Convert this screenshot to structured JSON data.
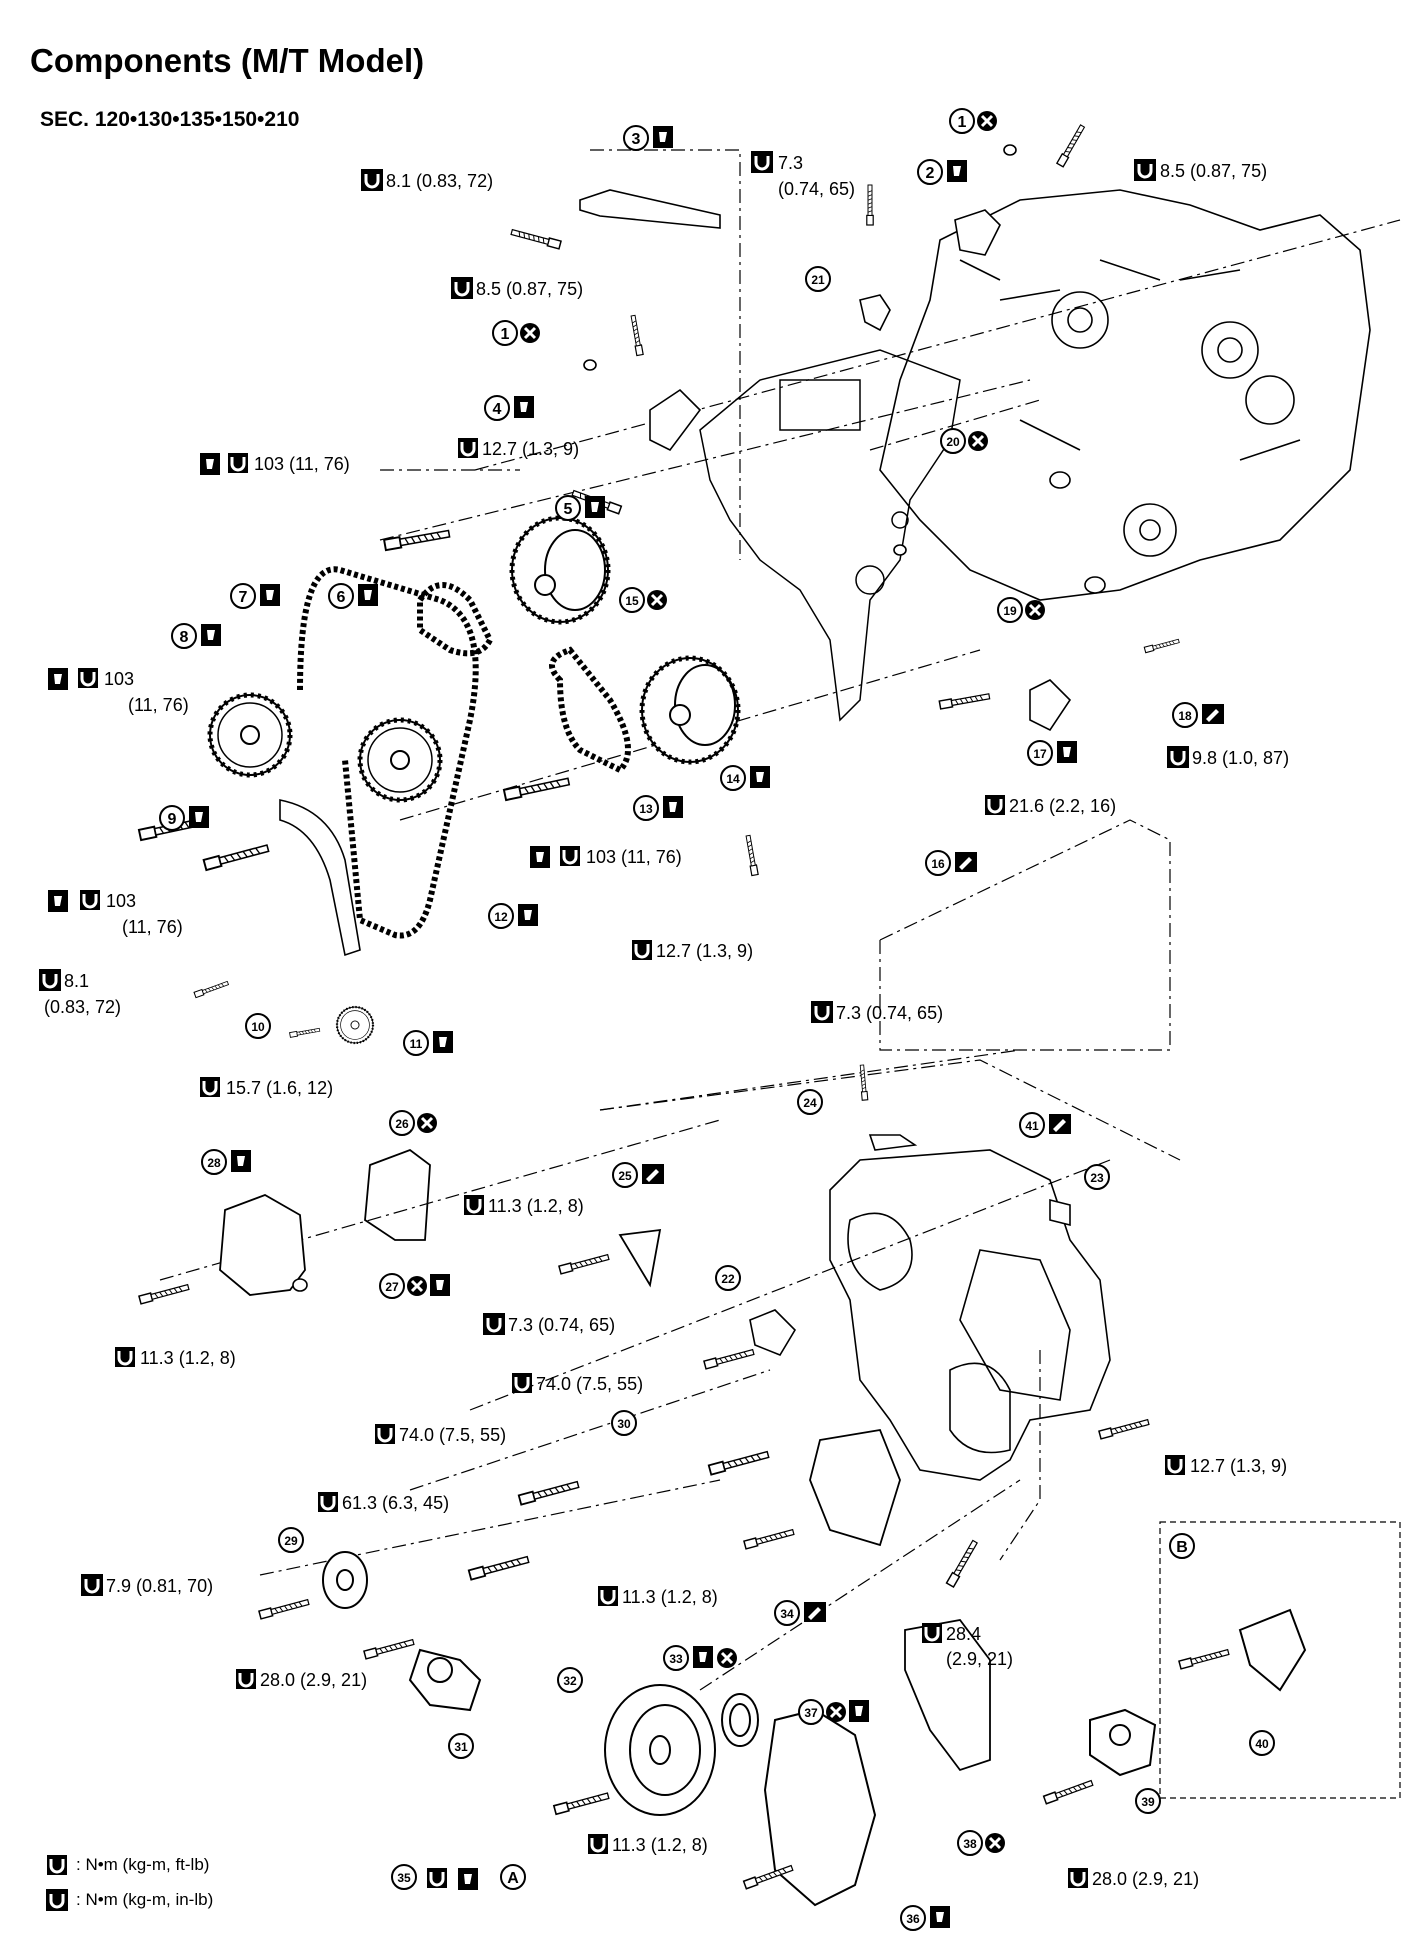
{
  "title": "Components (M/T Model)",
  "section": "SEC. 120•130•135•150•210",
  "torque_labels": [
    {
      "text": "8.1 (0.83, 72)",
      "unit_icon": "in-lb"
    },
    {
      "text": "7.3",
      "unit_icon": "in-lb"
    },
    {
      "text": "(0.74, 65)"
    },
    {
      "text": "8.5 (0.87, 75)",
      "unit_icon": "in-lb"
    },
    {
      "text": "8.5 (0.87, 75)",
      "unit_icon": "in-lb"
    },
    {
      "text": "12.7 (1.3, 9)",
      "unit_icon": "ft-lb"
    },
    {
      "text": "103 (11, 76)",
      "unit_icon": "ft-lb"
    },
    {
      "text": "103",
      "unit_icon": "ft-lb"
    },
    {
      "text": "(11, 76)"
    },
    {
      "text": "103 (11, 76)",
      "unit_icon": "ft-lb"
    },
    {
      "text": "21.6 (2.2, 16)",
      "unit_icon": "ft-lb"
    },
    {
      "text": "9.8 (1.0, 87)",
      "unit_icon": "in-lb"
    },
    {
      "text": "103",
      "unit_icon": "ft-lb"
    },
    {
      "text": "(11, 76)"
    },
    {
      "text": "12.7 (1.3, 9)",
      "unit_icon": "ft-lb"
    },
    {
      "text": "8.1",
      "unit_icon": "in-lb"
    },
    {
      "text": "(0.83, 72)"
    },
    {
      "text": "15.7 (1.6, 12)",
      "unit_icon": "ft-lb"
    },
    {
      "text": "7.3 (0.74, 65)",
      "unit_icon": "in-lb"
    },
    {
      "text": "11.3 (1.2, 8)",
      "unit_icon": "ft-lb"
    },
    {
      "text": "11.3 (1.2, 8)",
      "unit_icon": "ft-lb"
    },
    {
      "text": "7.3 (0.74, 65)",
      "unit_icon": "in-lb"
    },
    {
      "text": "74.0 (7.5, 55)",
      "unit_icon": "ft-lb"
    },
    {
      "text": "74.0 (7.5, 55)",
      "unit_icon": "ft-lb"
    },
    {
      "text": "12.7 (1.3, 9)",
      "unit_icon": "ft-lb"
    },
    {
      "text": "61.3 (6.3, 45)",
      "unit_icon": "ft-lb"
    },
    {
      "text": "7.9 (0.81, 70)",
      "unit_icon": "in-lb"
    },
    {
      "text": "11.3 (1.2, 8)",
      "unit_icon": "ft-lb"
    },
    {
      "text": "28.4",
      "unit_icon": "ft-lb"
    },
    {
      "text": "(2.9, 21)"
    },
    {
      "text": "28.0 (2.9, 21)",
      "unit_icon": "ft-lb"
    },
    {
      "text": "11.3 (1.2, 8)",
      "unit_icon": "ft-lb"
    },
    {
      "text": "28.0 (2.9, 21)",
      "unit_icon": "ft-lb"
    }
  ],
  "part_numbers": [
    "1",
    "1",
    "2",
    "3",
    "4",
    "5",
    "6",
    "7",
    "8",
    "9",
    "10",
    "11",
    "12",
    "13",
    "14",
    "15",
    "16",
    "17",
    "18",
    "19",
    "20",
    "21",
    "22",
    "23",
    "24",
    "25",
    "26",
    "27",
    "28",
    "29",
    "30",
    "31",
    "32",
    "33",
    "34",
    "35",
    "36",
    "37",
    "38",
    "39",
    "40",
    "41"
  ],
  "view_letters": [
    "B",
    "A"
  ],
  "legend": [
    {
      "icon": "torque-ft-lb-icon",
      "text": ": N•m (kg-m, ft-lb)"
    },
    {
      "icon": "torque-in-lb-icon",
      "text": ": N•m (kg-m, in-lb)"
    }
  ]
}
